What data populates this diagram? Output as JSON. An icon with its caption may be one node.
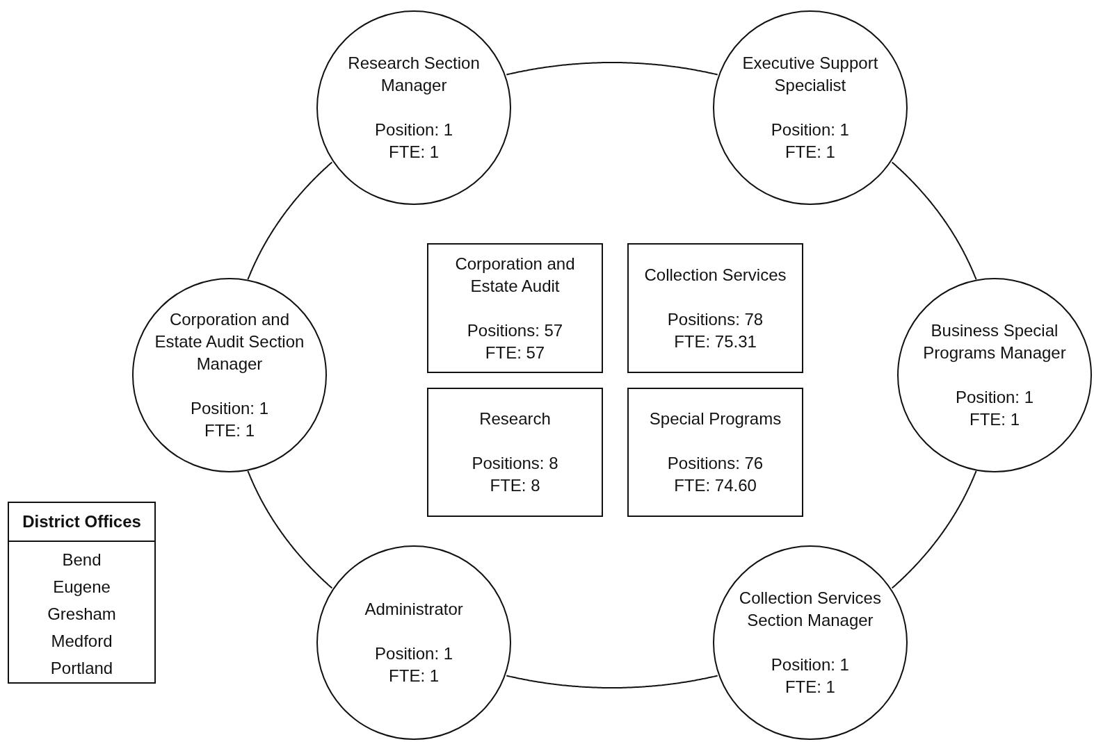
{
  "diagram": {
    "nodes": [
      {
        "text": [
          "Research Section Manager",
          "Position: 1",
          "FTE: 1"
        ]
      },
      {
        "text": [
          "Executive Support Specialist",
          "Position: 1",
          "FTE: 1"
        ]
      },
      {
        "text": [
          "Corporation and Estate Audit Section Manager",
          "Position: 1",
          "FTE: 1"
        ]
      },
      {
        "text": [
          "Corporation and Estate Audit",
          "Positions: 57",
          "FTE: 57"
        ]
      },
      {
        "text": [
          "Collection Services",
          "Positions: 78",
          "FTE: 75.31"
        ]
      },
      {
        "text": [
          "Business Special Programs Manager",
          "Position: 1",
          "FTE: 1"
        ]
      },
      {
        "text": [
          "Research",
          "Positions: 8",
          "FTE: 8"
        ]
      },
      {
        "text": [
          "Special Programs",
          "Positions: 76",
          "FTE: 74.60"
        ]
      },
      {
        "text": [
          "District Offices",
          "Bend",
          "Eugene",
          "Gresham",
          "Medford",
          "Portland"
        ]
      },
      {
        "text": [
          "Administrator",
          "Position: 1",
          "FTE: 1"
        ]
      },
      {
        "text": [
          "Collection Services Section Manager",
          "Position: 1",
          "FTE: 1"
        ]
      }
    ],
    "edges": [
      {
        "from": 0,
        "to": 1,
        "arrow": "none"
      },
      {
        "from": 1,
        "to": 5,
        "arrow": "none"
      },
      {
        "from": 5,
        "to": 10,
        "arrow": "none"
      },
      {
        "from": 10,
        "to": 9,
        "arrow": "none"
      },
      {
        "from": 9,
        "to": 2,
        "arrow": "none"
      },
      {
        "from": 2,
        "to": 0,
        "arrow": "none"
      }
    ]
  }
}
